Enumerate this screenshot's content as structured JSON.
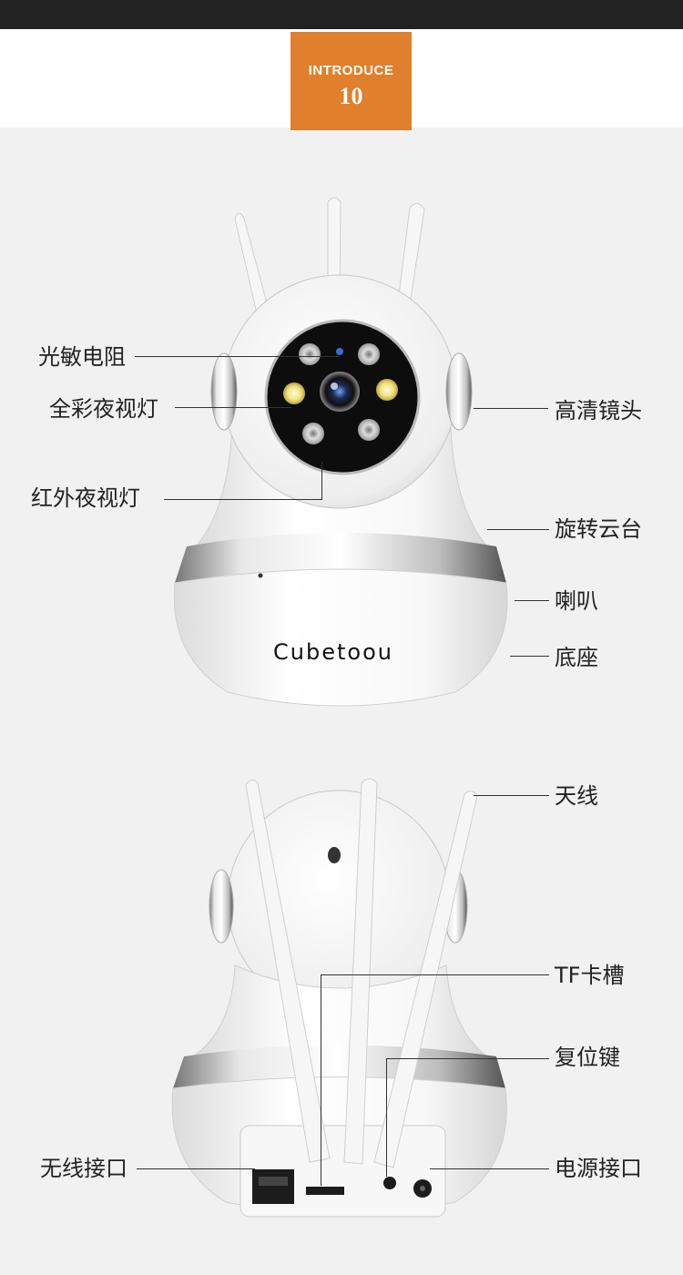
{
  "header": {
    "badge_title": "INTRODUCE",
    "badge_number": "10"
  },
  "product": {
    "brand": "Cubetoou"
  },
  "front_labels": {
    "photoresistor": "光敏电阻",
    "full_color_light": "全彩夜视灯",
    "ir_light": "红外夜视灯",
    "hd_lens": "高清镜头",
    "rotating_pantilt": "旋转云台",
    "speaker": "喇叭",
    "base": "底座"
  },
  "back_labels": {
    "antenna": "天线",
    "tf_slot": "TF卡槽",
    "reset_key": "复位键",
    "ethernet_port": "无线接口",
    "power_port": "电源接口"
  },
  "colors": {
    "accent": "#e07f2c",
    "top_bar": "#222222",
    "background": "#f1f1f1"
  }
}
